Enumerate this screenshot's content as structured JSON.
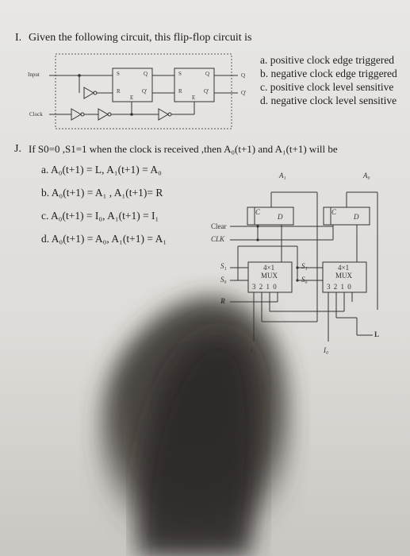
{
  "q1": {
    "number": "I.",
    "question": "Given the following circuit, this flip-flop circuit is",
    "options": [
      "a. positive clock edge triggered",
      "b. negative clock edge triggered",
      "c. positive clock level sensitive",
      "d. negative clock level sensitive"
    ],
    "circuit": {
      "input_label": "Input",
      "clock_label": "Clock",
      "s": "S",
      "r": "R",
      "e": "E",
      "q": "Q",
      "qbar": "Q'"
    }
  },
  "q2": {
    "number": "J.",
    "question": "If S0=0 ,S1=1 when the clock is received ,then A₀(t+1) and A₁(t+1) will be",
    "options": [
      "a. A₀(t+1) = L, A₁(t+1) = A₀",
      "b. A₀(t+1) = A₁ , A₁(t+1)= R",
      "c. A₀(t+1) = I₀, A₁(t+1) = I₁",
      "d. A₀(t+1) = A₀, A₁(t+1) = A₁"
    ],
    "circuit": {
      "a1": "A₁",
      "a0": "A₀",
      "clear": "Clear",
      "clk": "CLK",
      "s1": "S₁",
      "s0": "S₀",
      "r": "R",
      "mux": "4×1",
      "mux_word": "MUX",
      "mux_inputs": "3 2 1 0",
      "c": "C",
      "d": "D",
      "l": "L",
      "i1": "I₁",
      "i0": "I₀"
    }
  }
}
